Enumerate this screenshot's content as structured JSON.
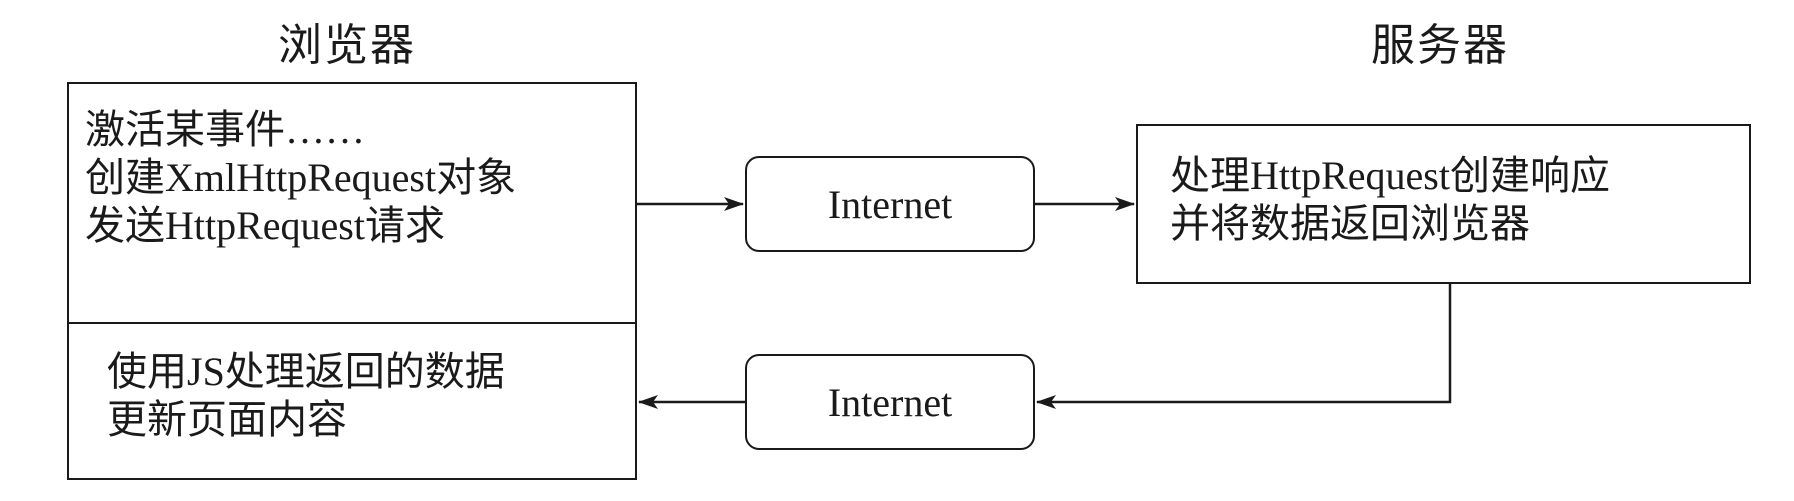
{
  "browser": {
    "heading": "浏览器",
    "top_lines": [
      "激活某事件……",
      "创建XmlHttpRequest对象",
      "发送HttpRequest请求"
    ],
    "bottom_lines": [
      "使用JS处理返回的数据",
      "更新页面内容"
    ]
  },
  "server": {
    "heading": "服务器",
    "lines": [
      "处理HttpRequest创建响应",
      "并将数据返回浏览器"
    ]
  },
  "network": {
    "top_label": "Internet",
    "bottom_label": "Internet"
  },
  "colors": {
    "stroke": "#1a1a1a",
    "background": "#ffffff"
  }
}
